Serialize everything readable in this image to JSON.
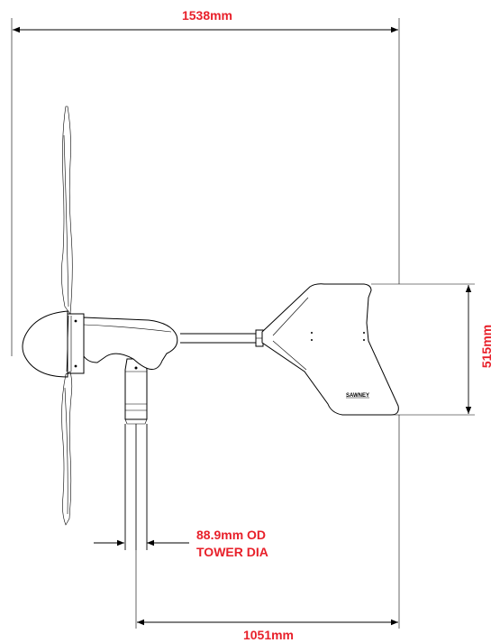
{
  "dimensions": {
    "overall_width": "1538mm",
    "vane_height": "515mm",
    "tower_diameter_line1": "88.9mm OD",
    "tower_diameter_line2": "TOWER DIA",
    "tower_to_tail": "1051mm"
  },
  "tail_brand": "SAWNEY",
  "colors": {
    "dimension_text": "#e8202a",
    "line": "#000000",
    "background": "#ffffff"
  }
}
